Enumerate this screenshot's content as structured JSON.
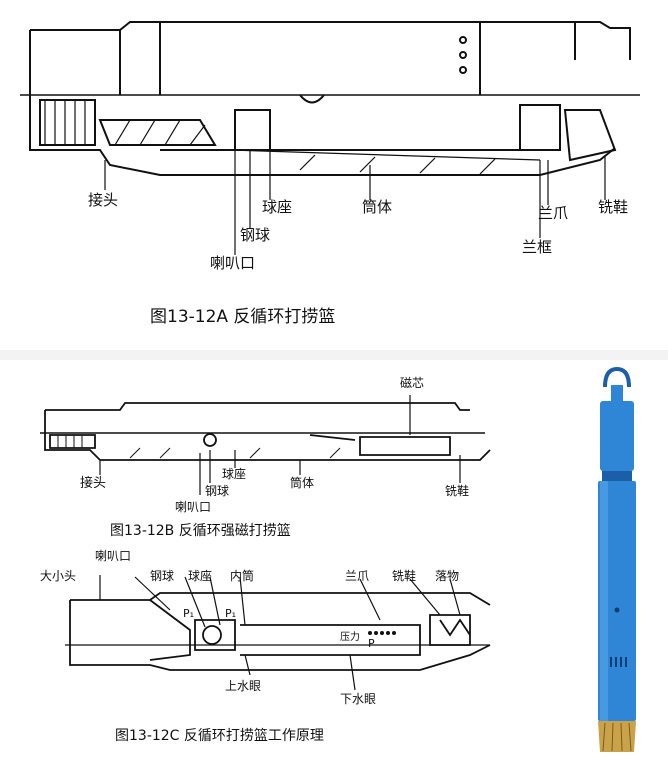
{
  "figA": {
    "caption": "图13-12A  反循环打捞篮",
    "labels": {
      "joint": "接头",
      "bell_mouth": "喇叭口",
      "steel_ball": "钢球",
      "ball_seat": "球座",
      "barrel": "筒体",
      "orchid_claw": "兰爪",
      "milling_shoe": "铣鞋",
      "orchid_frame": "兰框"
    }
  },
  "figB": {
    "caption": "图13-12B  反循环强磁打捞篮",
    "labels": {
      "magnet_core": "磁芯",
      "joint": "接头",
      "ball_seat": "球座",
      "steel_ball": "钢球",
      "bell_mouth": "喇叭口",
      "barrel": "筒体",
      "milling_shoe": "铣鞋"
    }
  },
  "figC": {
    "caption": "图13-12C  反循环打捞篮工作原理",
    "labels": {
      "bell_mouth": "喇叭口",
      "reducer": "大小头",
      "steel_ball": "钢球",
      "ball_seat": "球座",
      "inner_tube": "内筒",
      "orchid_claw": "兰爪",
      "milling_shoe": "铣鞋",
      "fallen_object": "落物",
      "upper_hole": "上水眼",
      "lower_hole": "下水眼",
      "p1_a": "P₁",
      "p1_b": "P₁",
      "pressure_text": "压力",
      "p_text": "P"
    }
  },
  "colors": {
    "line": "#111111",
    "tool_blue": "#2f86d6",
    "tool_dark": "#1a5fa8",
    "bit_gold": "#c9a24a"
  }
}
